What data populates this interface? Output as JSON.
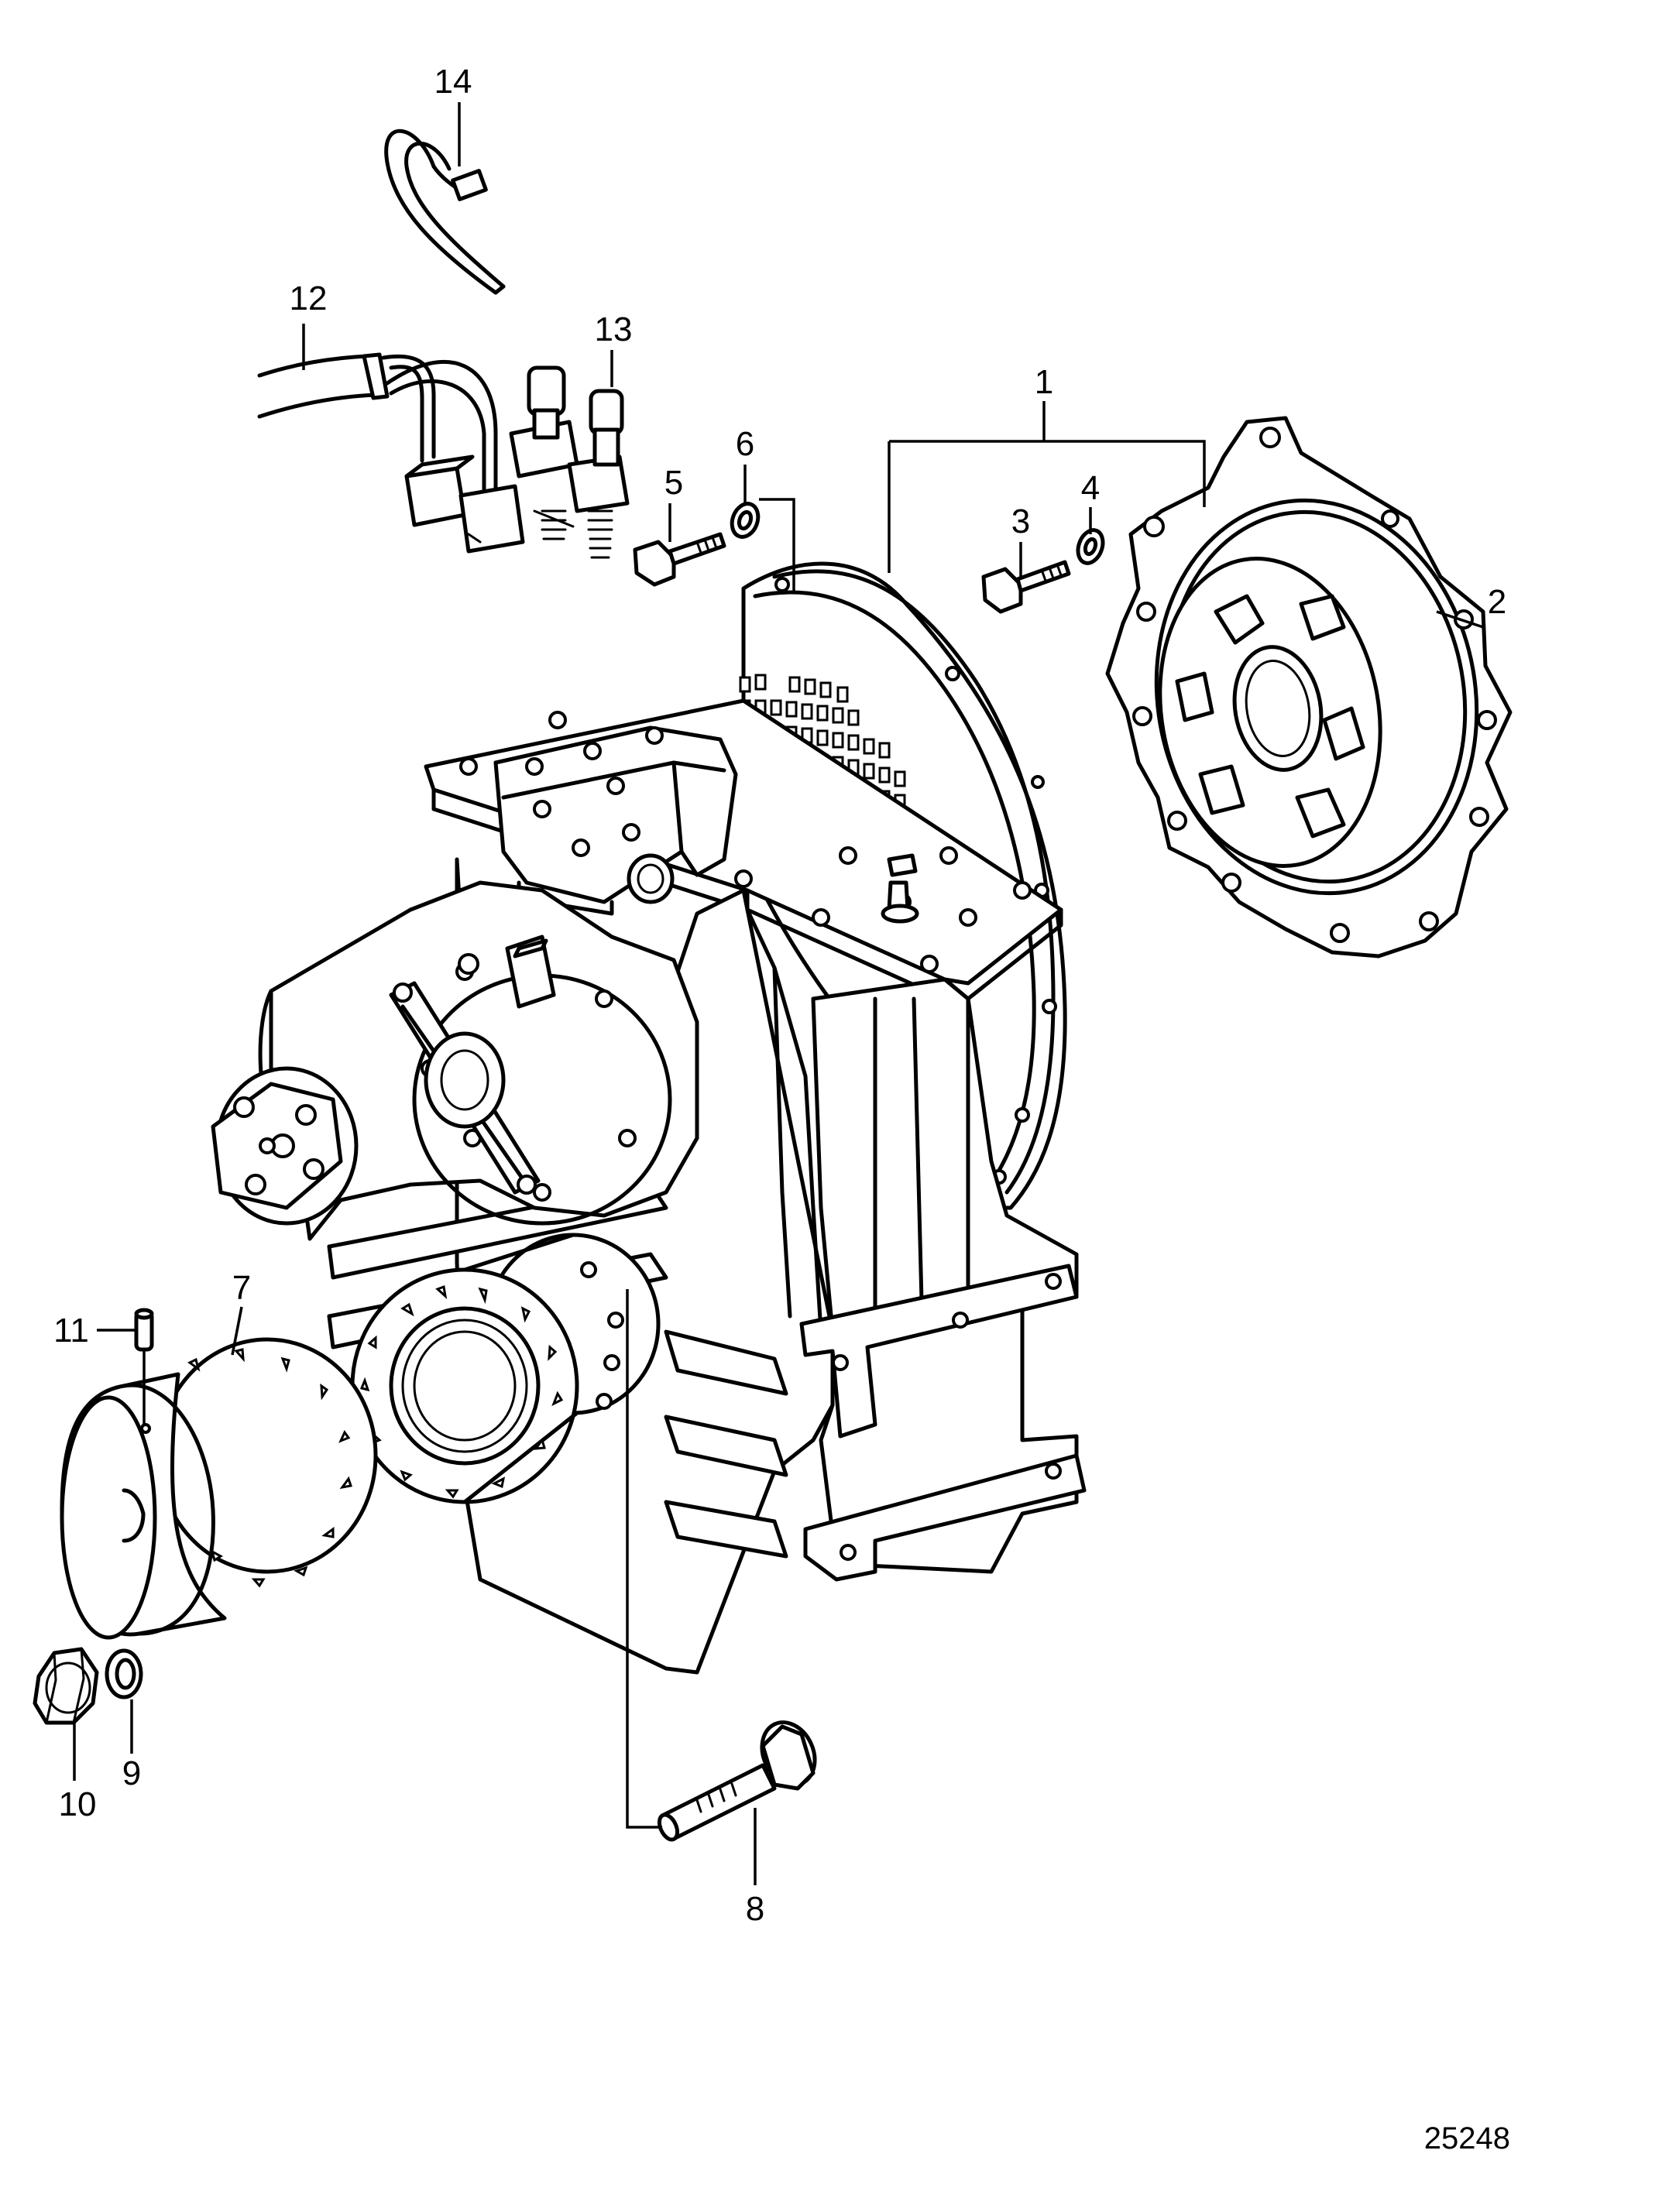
{
  "figure_id": "25248",
  "callouts": [
    {
      "id": "callout-1",
      "number": "1"
    },
    {
      "id": "callout-2",
      "number": "2"
    },
    {
      "id": "callout-3",
      "number": "3"
    },
    {
      "id": "callout-4",
      "number": "4"
    },
    {
      "id": "callout-5",
      "number": "5"
    },
    {
      "id": "callout-6",
      "number": "6"
    },
    {
      "id": "callout-7",
      "number": "7"
    },
    {
      "id": "callout-8",
      "number": "8"
    },
    {
      "id": "callout-9",
      "number": "9"
    },
    {
      "id": "callout-10",
      "number": "10"
    },
    {
      "id": "callout-11",
      "number": "11"
    },
    {
      "id": "callout-12",
      "number": "12"
    },
    {
      "id": "callout-13",
      "number": "13"
    },
    {
      "id": "callout-14",
      "number": "14"
    }
  ],
  "colors": {
    "line": "#000000",
    "background": "#ffffff"
  }
}
